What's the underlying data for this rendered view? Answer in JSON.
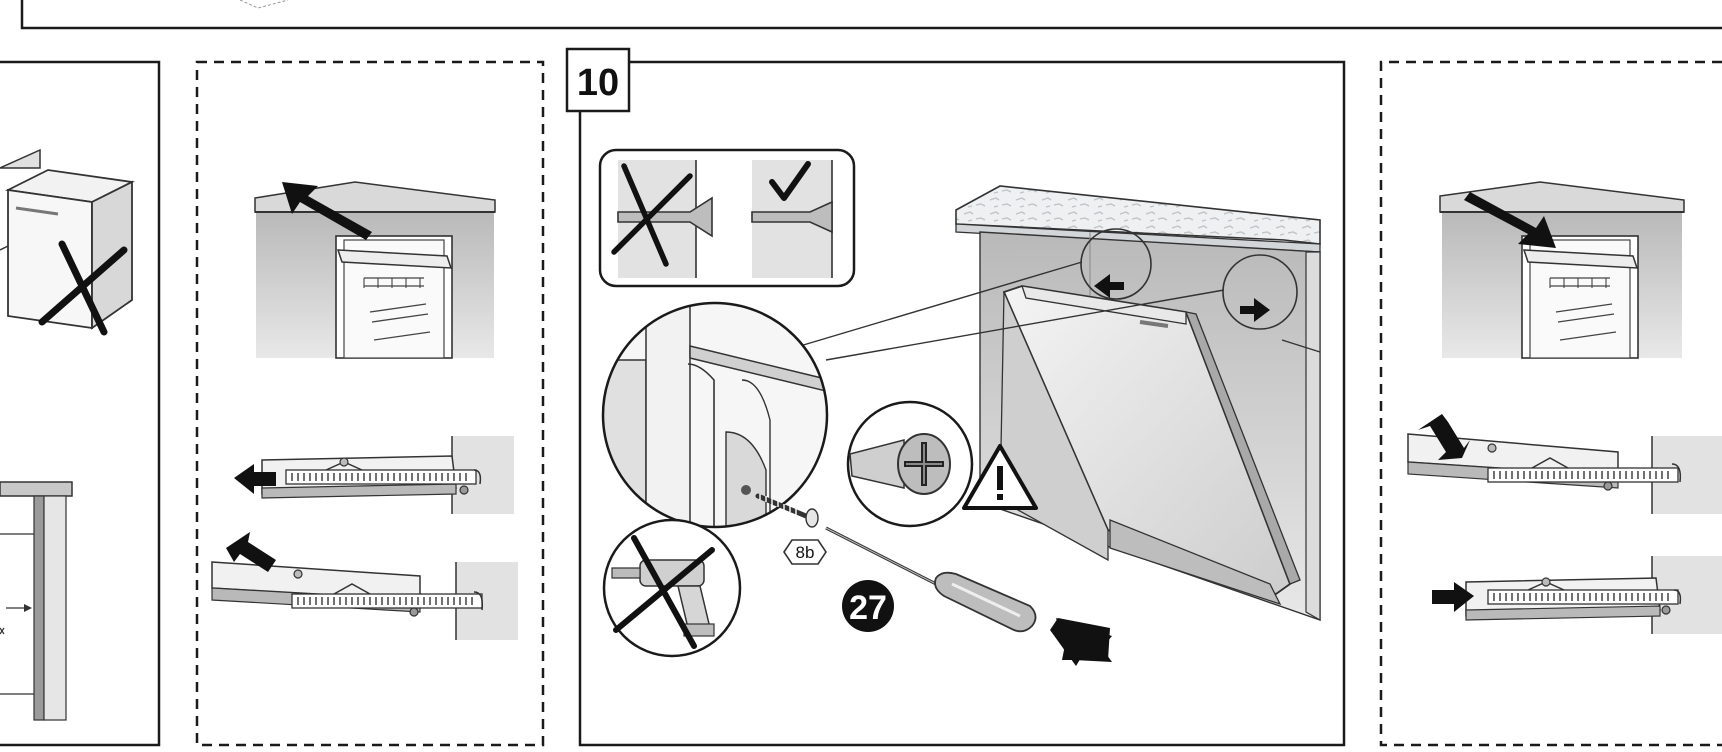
{
  "step": {
    "number": "10"
  },
  "screw": {
    "label": "8b"
  },
  "tool": {
    "number": "27"
  },
  "colors": {
    "line": "#1a1a1a",
    "panel_light": "#e6e6e6",
    "panel_mid": "#cfcfcf",
    "panel_dark": "#a9a9a9",
    "countertop": "#e9ecee"
  },
  "icons": {
    "warning": "warning-triangle-icon",
    "correct": "check-mark-icon",
    "wrong": "cross-mark-icon",
    "screw_head": "phillips-head-icon",
    "drill": "cordless-drill-icon"
  }
}
